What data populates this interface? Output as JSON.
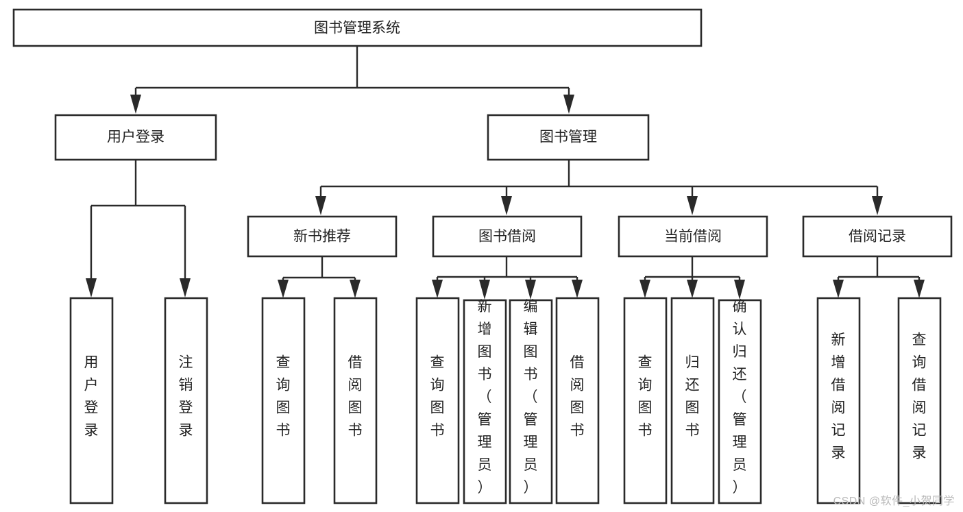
{
  "diagram": {
    "type": "tree",
    "title": "图书管理系统",
    "watermark": "CSDN @软件_小贺同学",
    "colors": {
      "box_stroke": "#2a2a2a",
      "box_fill": "#ffffff",
      "connector": "#2a2a2a",
      "text": "#222222",
      "watermark": "#b9b9b9"
    },
    "root": {
      "label": "图书管理系统",
      "orientation": "horizontal"
    },
    "level2": [
      {
        "label": "用户登录",
        "orientation": "horizontal"
      },
      {
        "label": "图书管理",
        "orientation": "horizontal"
      }
    ],
    "level3": [
      {
        "label": "新书推荐",
        "orientation": "horizontal"
      },
      {
        "label": "图书借阅",
        "orientation": "horizontal"
      },
      {
        "label": "当前借阅",
        "orientation": "horizontal"
      },
      {
        "label": "借阅记录",
        "orientation": "horizontal"
      }
    ],
    "leaves": {
      "用户登录": [
        {
          "label": "用户登录",
          "orientation": "vertical"
        },
        {
          "label": "注销登录",
          "orientation": "vertical"
        }
      ],
      "新书推荐": [
        {
          "label": "查询图书",
          "orientation": "vertical"
        },
        {
          "label": "借阅图书",
          "orientation": "vertical"
        }
      ],
      "图书借阅": [
        {
          "label": "查询图书",
          "orientation": "vertical"
        },
        {
          "label": "新增图书（管理员）",
          "orientation": "vertical"
        },
        {
          "label": "编辑图书（管理员）",
          "orientation": "vertical"
        },
        {
          "label": "借阅图书",
          "orientation": "vertical"
        }
      ],
      "当前借阅": [
        {
          "label": "查询图书",
          "orientation": "vertical"
        },
        {
          "label": "归还图书",
          "orientation": "vertical"
        },
        {
          "label": "确认归还（管理员）",
          "orientation": "vertical"
        }
      ],
      "借阅记录": [
        {
          "label": "新增借阅记录",
          "orientation": "vertical"
        },
        {
          "label": "查询借阅记录",
          "orientation": "vertical"
        }
      ]
    }
  }
}
